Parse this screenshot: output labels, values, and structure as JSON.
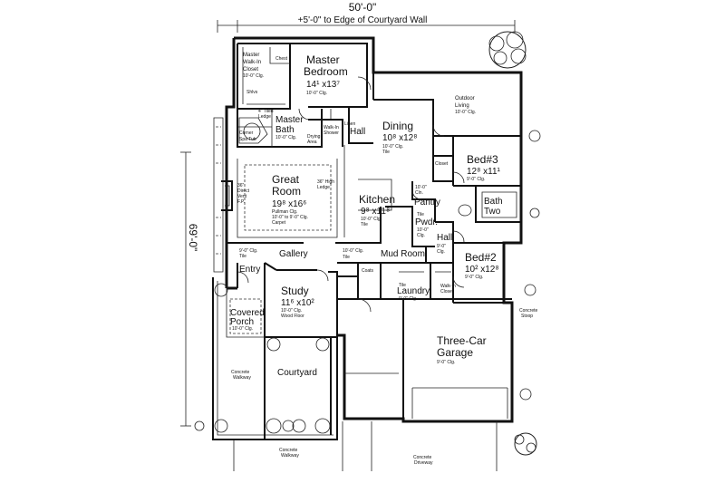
{
  "dimensions": {
    "top": "50'-0\"",
    "top_sub": "+5'-0\" to Edge of Courtyard Wall",
    "side": "69'-0\""
  },
  "rooms": {
    "master_walkin": {
      "l1": "Master",
      "l2": "Walk-In",
      "l3": "Closet",
      "l4": "10'-0\" Clg."
    },
    "chest": "Chest",
    "shlvs": "Shlvs",
    "master_bedroom": {
      "l1": "Master",
      "l2": "Bedroom",
      "size": "14¹ x13⁷",
      "clg": "10'-0\" Clg."
    },
    "outdoor_living": {
      "l1": "Outdoor",
      "l2": "Living",
      "clg": "10'-0\" Clg."
    },
    "tiled_ledge": {
      "l1": "4\" Tiled",
      "l2": "Ledge"
    },
    "master_bath": {
      "l1": "Master",
      "l2": "Bath",
      "clg": "10'-0\" Clg."
    },
    "corner_spa": {
      "l1": "Corner",
      "l2": "Spa Tub"
    },
    "walkin_shower": {
      "l1": "Walk-In",
      "l2": "Shower"
    },
    "drying_area": {
      "l1": "Drying",
      "l2": "Area"
    },
    "linen": "Linen",
    "hall1": "Hall",
    "dining": {
      "l1": "Dining",
      "size": "10⁸ x12⁸",
      "clg": "10'-0\" Clg.",
      "tile": "Tile"
    },
    "closet": "Closet",
    "bed3": {
      "l1": "Bed#3",
      "size": "12⁸ x11¹",
      "clg": "9'-0\" Clg."
    },
    "great_room": {
      "l1": "Great",
      "l2": "Room",
      "size": "19⁸ x16⁶",
      "clg1": "Pullman Clg.",
      "clg2": "10'-0\" to 9'-0\" Clg.",
      "carpet": "Carpet"
    },
    "fireplace": {
      "l1": "36\"",
      "l2": "Direct",
      "l3": "Vent",
      "l4": "F.P."
    },
    "high_ledge": {
      "l1": "36\" High",
      "l2": "Ledge"
    },
    "kitchen": {
      "l1": "Kitchen",
      "size": "9⁸ x11⁸",
      "clg": "10'-0\" Clg.",
      "tile": "Tile"
    },
    "cln": {
      "l1": "10'-0\"",
      "l2": "Cln."
    },
    "pantry": "Pantry",
    "bath_two": {
      "l1": "Bath",
      "l2": "Two"
    },
    "pwdr": {
      "l1": "Tile",
      "l2": "Pwdr.",
      "l3": "10'-0\"",
      "l4": "Clg."
    },
    "hall2": {
      "l1": "Hall",
      "l2": "9'-0\"",
      "l3": "Clg."
    },
    "gallery": {
      "l1": "Gallery",
      "clg": "9'-0\" Clg.",
      "tile": "Tile"
    },
    "mud_room": {
      "l1": "Mud Room",
      "clg": "10'-0\" Clg.",
      "tile": "Tile"
    },
    "bed2": {
      "l1": "Bed#2",
      "size": "10² x12⁸",
      "clg": "9'-0\" Clg."
    },
    "entry": "Entry",
    "study": {
      "l1": "Study",
      "size": "11⁶ x10²",
      "clg": "10'-0\" Clg.",
      "floor": "Wood Floor"
    },
    "coats": "Coats",
    "laundry": {
      "l1": "Laundry",
      "tile": "Tile",
      "clg": "9'-0\" Clg."
    },
    "walkin_closet": {
      "l1": "Walk-In",
      "l2": "Closet"
    },
    "covered_porch": {
      "l1": "Covered",
      "l2": "Porch",
      "clg": "10'-0\" Clg."
    },
    "concrete_stoop": {
      "l1": "Concrete",
      "l2": "Stoop"
    },
    "garage": {
      "l1": "Three-Car",
      "l2": "Garage",
      "clg": "9'-0\" Clg."
    },
    "concrete_walkway_side": {
      "l1": "Concrete",
      "l2": "Walkway"
    },
    "courtyard": "Courtyard",
    "concrete_walkway_bottom": {
      "l1": "Concrete",
      "l2": "Walkway"
    },
    "concrete_driveway": {
      "l1": "Concrete",
      "l2": "Driveway"
    }
  }
}
